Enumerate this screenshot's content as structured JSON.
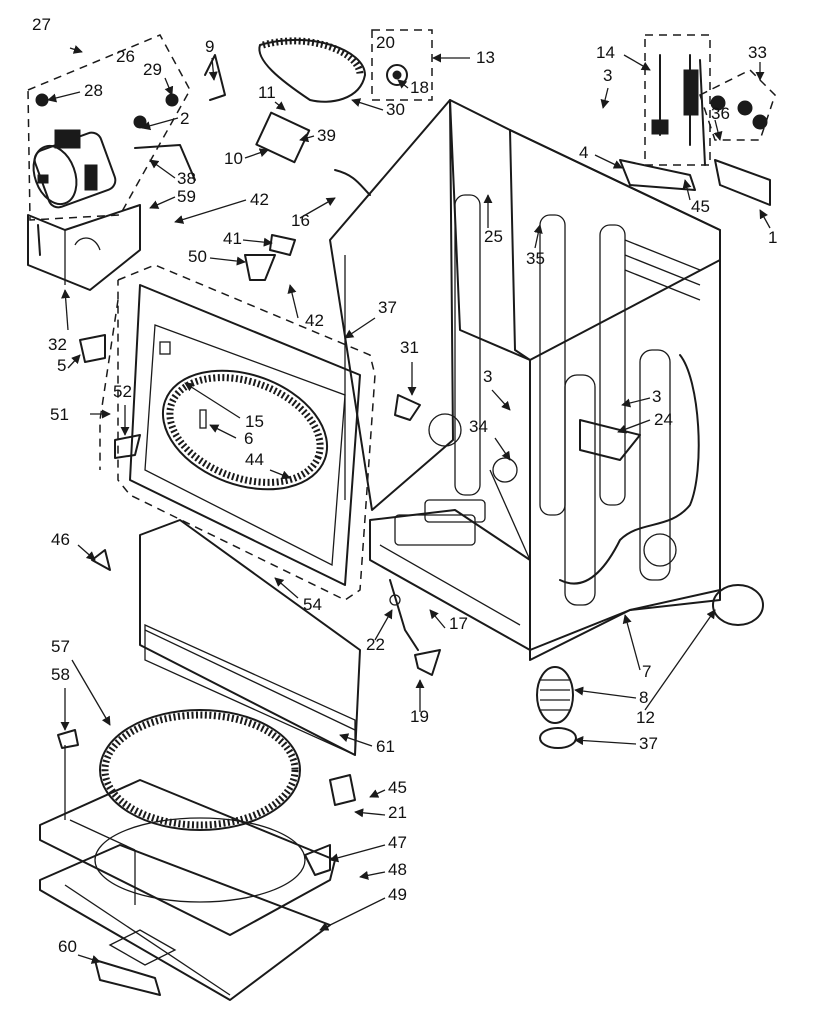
{
  "diagram": {
    "callouts": [
      "27",
      "26",
      "29",
      "9",
      "20",
      "13",
      "28",
      "18",
      "30",
      "14",
      "33",
      "3",
      "11",
      "2",
      "39",
      "36",
      "10",
      "38",
      "59",
      "16",
      "4",
      "25",
      "45",
      "1",
      "42",
      "35",
      "41",
      "50",
      "32",
      "37",
      "42",
      "5",
      "31",
      "52",
      "51",
      "15",
      "3",
      "3",
      "6",
      "34",
      "24",
      "44",
      "46",
      "54",
      "17",
      "22",
      "7",
      "57",
      "58",
      "8",
      "19",
      "12",
      "37",
      "61",
      "45",
      "21",
      "47",
      "48",
      "49",
      "60"
    ]
  }
}
